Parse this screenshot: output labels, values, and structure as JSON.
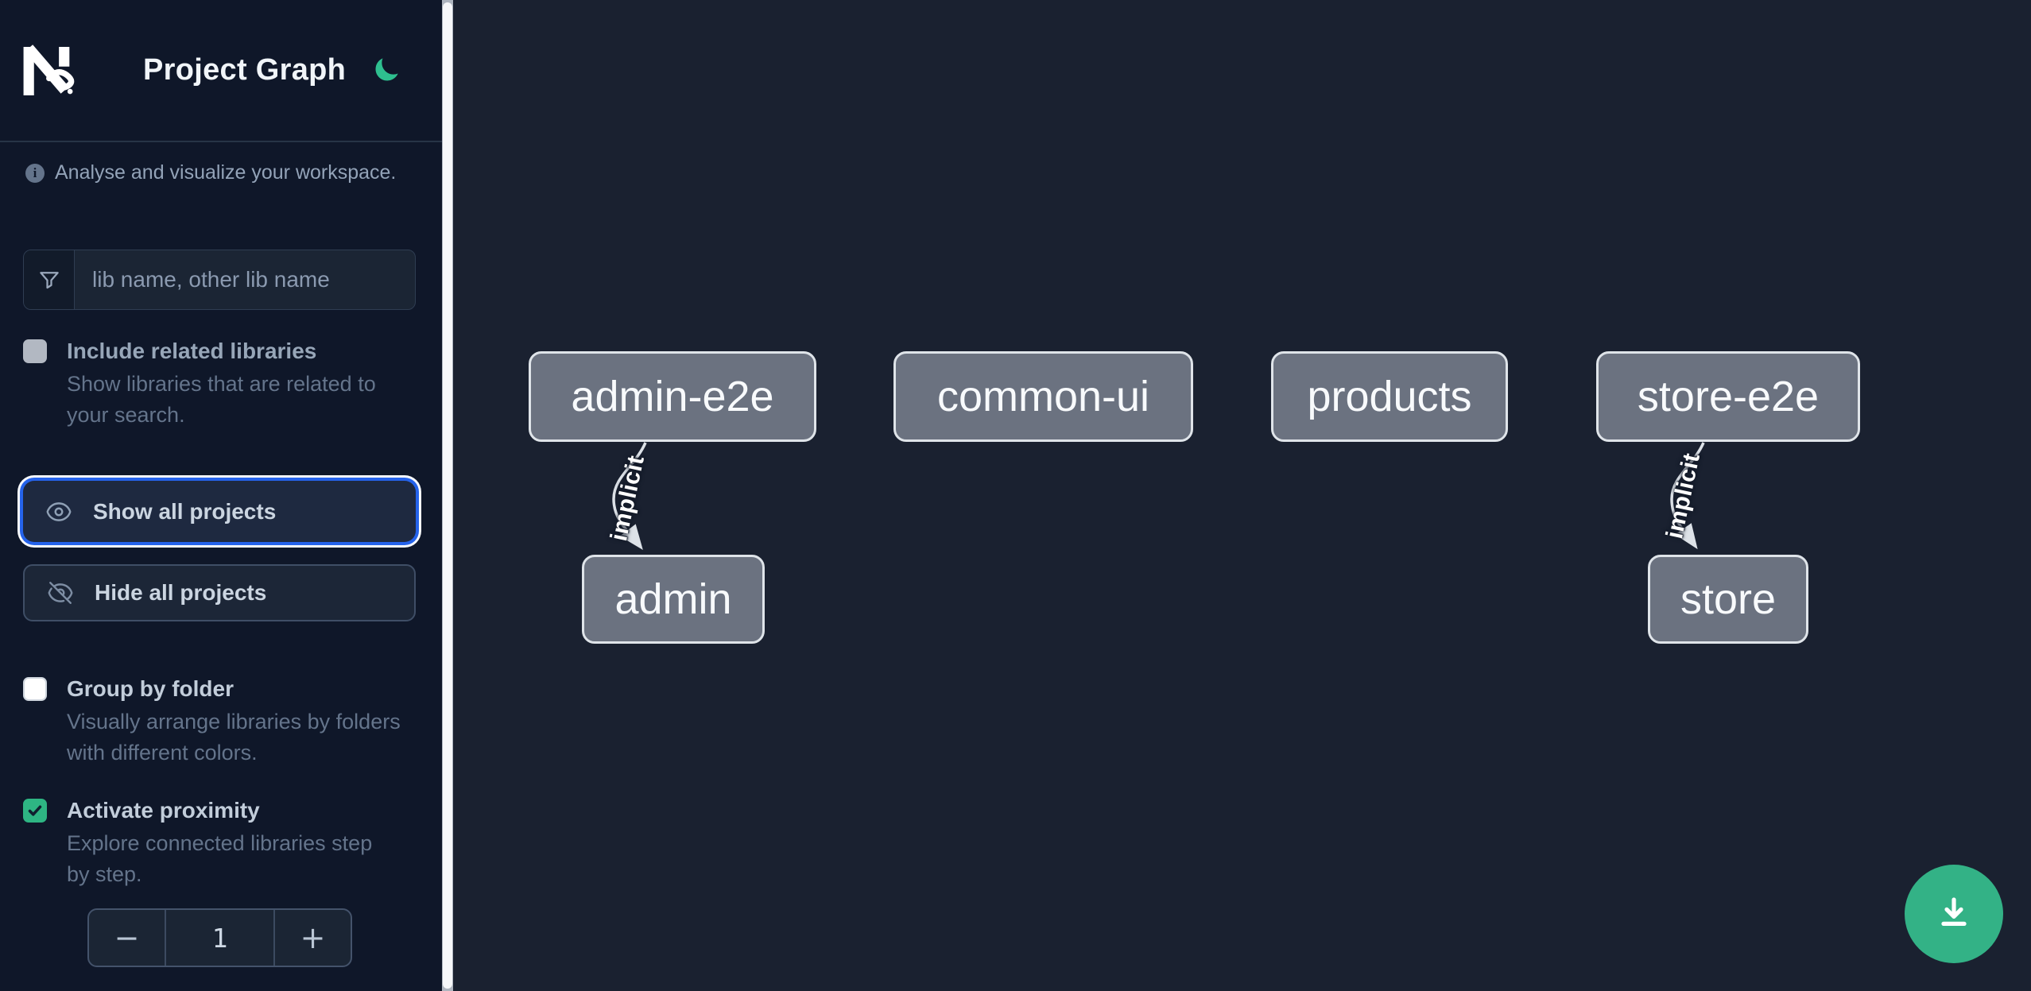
{
  "header": {
    "title": "Project Graph"
  },
  "sidebar": {
    "tagline": "Analyse and visualize your workspace.",
    "search": {
      "placeholder": "lib name, other lib name"
    },
    "actions": [
      {
        "label": "Show all projects",
        "icon": "eye",
        "focused": true
      },
      {
        "label": "Hide all projects",
        "icon": "eye-slash",
        "focused": false
      }
    ],
    "options": [
      {
        "label": "Include related libraries",
        "description": "Show libraries that are related to your search.",
        "checked": false,
        "disabled": true
      },
      {
        "label": "Group by folder",
        "description": "Visually arrange libraries by folders with different colors.",
        "checked": false,
        "disabled": false
      },
      {
        "label": "Activate proximity",
        "description": "Explore connected libraries step by step.",
        "checked": true,
        "disabled": false
      }
    ],
    "proximity_stepper": {
      "decrement": "−",
      "value": "1",
      "increment": "+"
    }
  },
  "graph": {
    "nodes": [
      {
        "label": "admin-e2e"
      },
      {
        "label": "common-ui"
      },
      {
        "label": "products"
      },
      {
        "label": "store-e2e"
      },
      {
        "label": "admin"
      },
      {
        "label": "store"
      }
    ],
    "edges": [
      {
        "from": "admin-e2e",
        "to": "admin",
        "label": "implicit"
      },
      {
        "from": "store-e2e",
        "to": "store",
        "label": "implicit"
      }
    ]
  },
  "fab": {
    "action": "download"
  },
  "colors": {
    "accent_green": "#33b286",
    "moon_green": "#2ebf8f",
    "checkbox_green": "#2eb583",
    "focus_blue": "#2563eb",
    "node_fill": "#6b7280",
    "sidebar_bg": "#0f1729",
    "canvas_bg": "#1a2130"
  }
}
